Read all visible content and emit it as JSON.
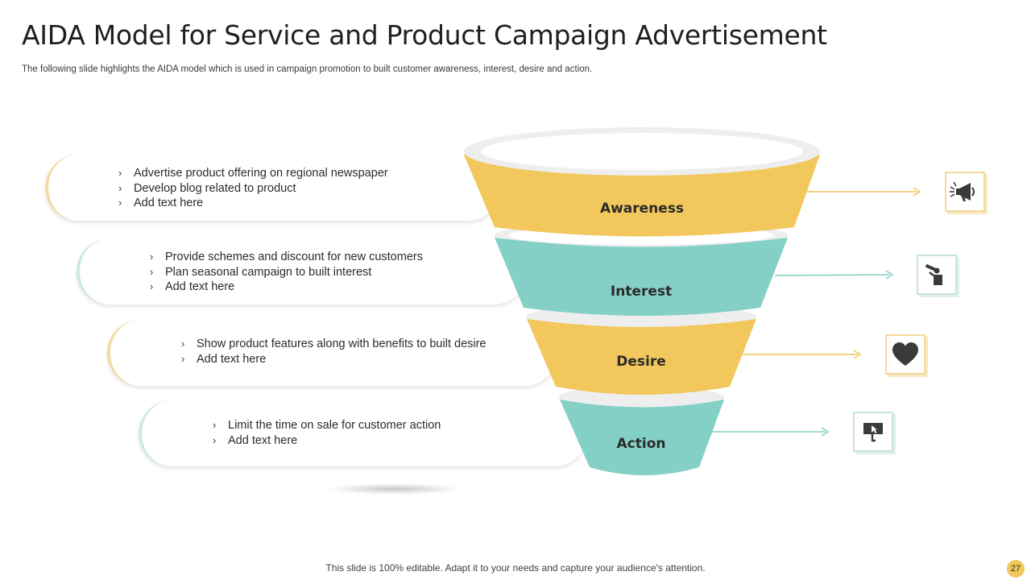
{
  "header": {
    "title": "AIDA Model for Service and Product Campaign Advertisement",
    "subtitle": "The following slide highlights the AIDA model which is used in campaign promotion to built customer awareness, interest, desire and action."
  },
  "colors": {
    "yellow": "#f2c75b",
    "teal": "#84d0c6"
  },
  "stages": [
    {
      "label": "Awareness",
      "icon": "megaphone-icon",
      "bullets": [
        "Advertise product offering on regional newspaper",
        "Develop blog related to product",
        "Add text here"
      ]
    },
    {
      "label": "Interest",
      "icon": "person-telescope-icon",
      "bullets": [
        "Provide schemes and discount for new customers",
        "Plan seasonal campaign to built interest",
        "Add text here"
      ]
    },
    {
      "label": "Desire",
      "icon": "heart-icon",
      "bullets": [
        "Show product features along with benefits to built desire",
        "Add text here"
      ]
    },
    {
      "label": "Action",
      "icon": "click-screen-icon",
      "bullets": [
        "Limit the time on sale for customer action",
        "Add text here"
      ]
    }
  ],
  "footer": {
    "text": "This slide is 100% editable. Adapt it to your needs and capture your audience's attention.",
    "page_number": "27"
  }
}
